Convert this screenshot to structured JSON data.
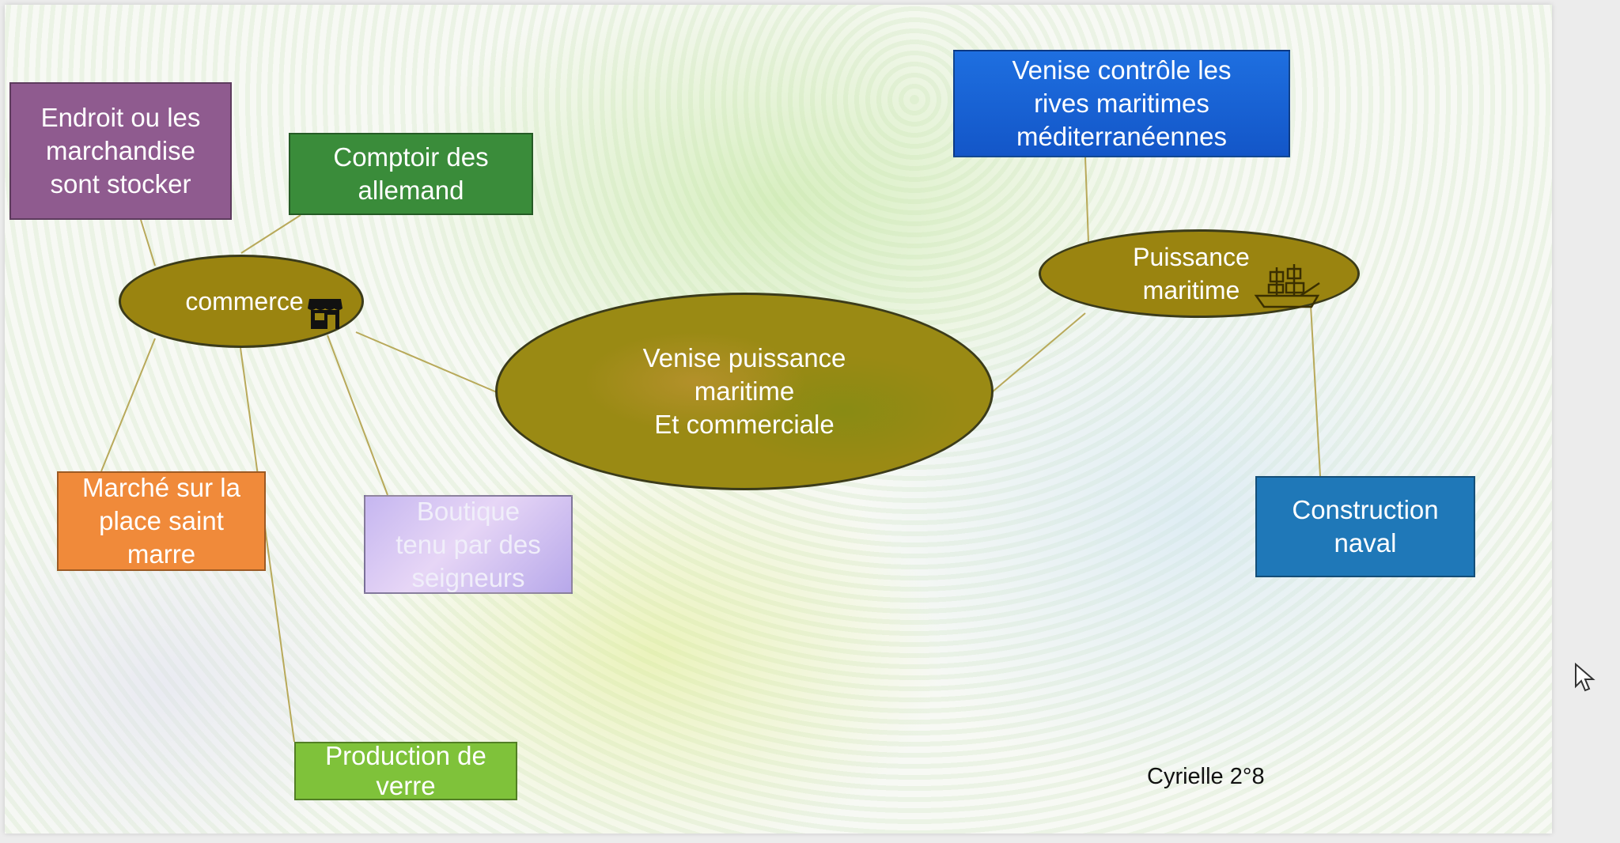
{
  "center": {
    "text": "Venise puissance\nmaritime\nEt commerciale"
  },
  "commerce": {
    "label": "commerce",
    "icon": "shop-icon"
  },
  "puissance_maritime": {
    "label": "Puissance\nmaritime",
    "icon": "ship-icon"
  },
  "boxes": {
    "endroit": "Endroit ou les\nmarchandise\nsont stocker",
    "comptoir": "Comptoir des\nallemand",
    "marche": "Marché sur la\nplace saint\nmarre",
    "boutique": "Boutique\ntenu par des\nseigneurs",
    "production": "Production de\nverre",
    "venise_controle": "Venise contrôle les\nrives maritimes\nméditerranéennes",
    "construction": "Construction\nnaval"
  },
  "author": "Cyrielle 2°8",
  "colors": {
    "purple": "#8f5b8f",
    "green": "#3a8c3a",
    "orange": "#f08a3a",
    "lavender": "#c5b6f0",
    "lime": "#7fc23a",
    "blue": "#1e6fe0",
    "steel_blue": "#1f78b8",
    "olive": "#9a8410"
  }
}
